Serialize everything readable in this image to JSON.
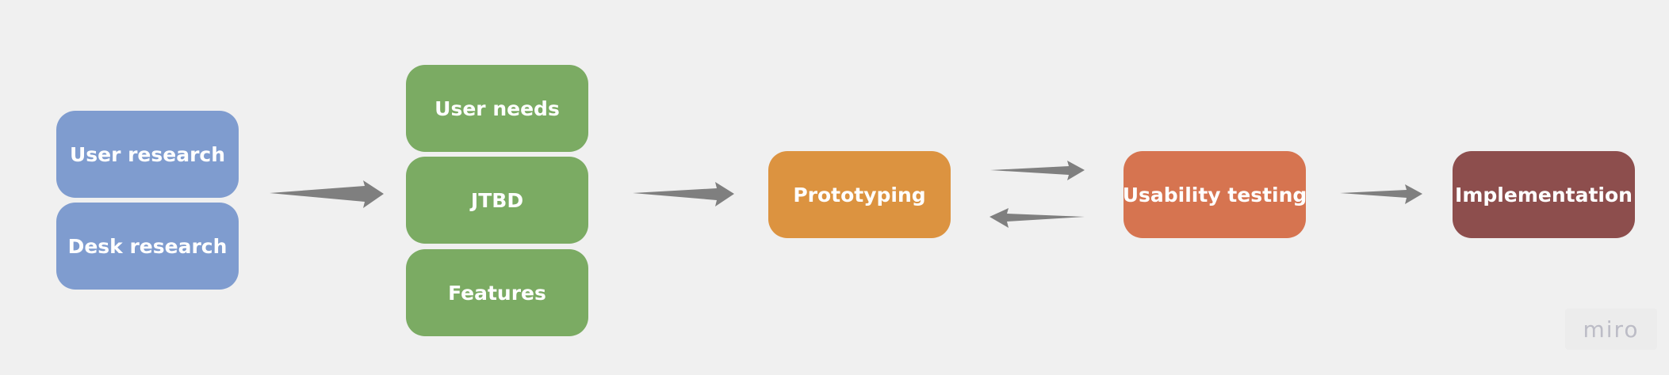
{
  "nodes": {
    "user_research": "User research",
    "desk_research": "Desk research",
    "user_needs": "User needs",
    "jtbd": "JTBD",
    "features": "Features",
    "prototyping": "Prototyping",
    "usability_testing": "Usability testing",
    "implementation": "Implementation"
  },
  "colors": {
    "research": "#7f9ccf",
    "synthesis": "#7bab63",
    "prototyping": "#dc9340",
    "testing": "#d67450",
    "implementation": "#8d4e4d",
    "arrow": "#7f7f7f",
    "background": "#f0f0f0"
  },
  "edges": [
    {
      "from": "research",
      "to": "synthesis"
    },
    {
      "from": "synthesis",
      "to": "prototyping"
    },
    {
      "from": "prototyping",
      "to": "usability_testing"
    },
    {
      "from": "usability_testing",
      "to": "prototyping"
    },
    {
      "from": "usability_testing",
      "to": "implementation"
    }
  ],
  "watermark": "miro"
}
